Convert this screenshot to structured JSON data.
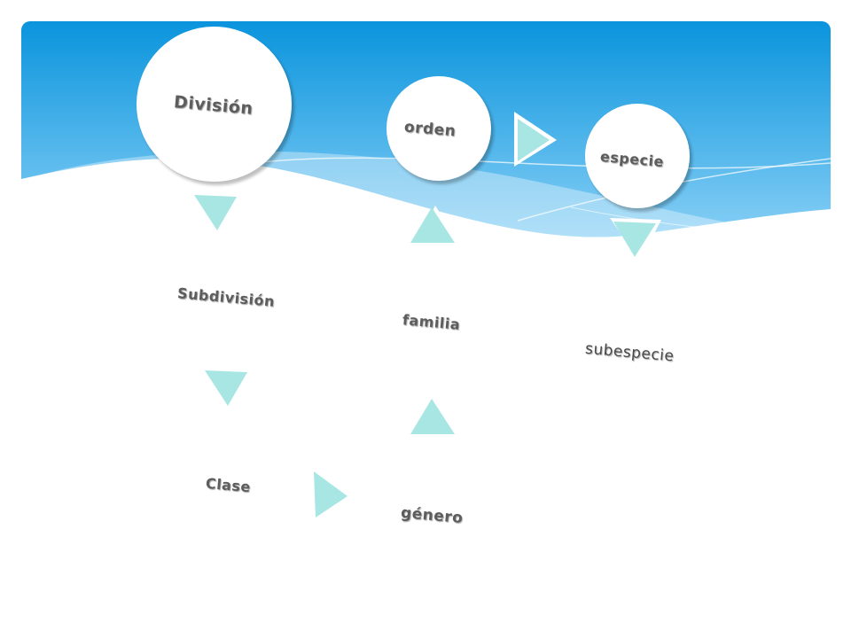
{
  "diagram": {
    "nodes": {
      "division": "División",
      "orden": "orden",
      "especie": "especie",
      "subdivision": "Subdivisión",
      "familia": "familia",
      "subespecie": "subespecie",
      "clase": "Clase",
      "genero": "género"
    },
    "colors": {
      "sky_top": "#0a94dd",
      "sky_bottom": "#8fd3f7",
      "arrow_fill": "#a8e6e4",
      "arrow_edge": "#ffffff",
      "text": "#5d5d5d"
    }
  }
}
